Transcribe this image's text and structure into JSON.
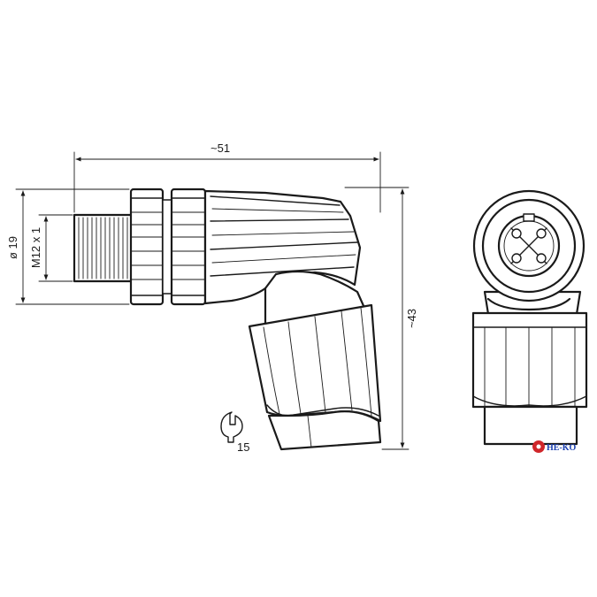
{
  "dimensions": {
    "overall_length": "~51",
    "overall_height": "~43",
    "outer_diameter": "ø 19",
    "thread": "M12 x 1",
    "wrench_size": "15"
  },
  "logo": {
    "text": "HE-KO",
    "color": "#1a3fb0",
    "accent_color": "#d0262a"
  }
}
